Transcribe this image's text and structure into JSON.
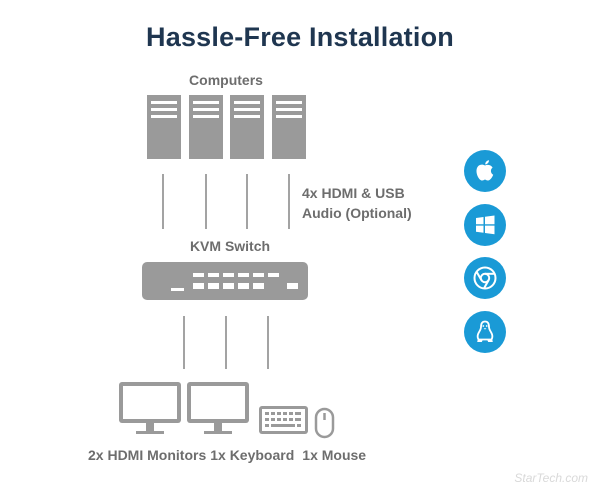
{
  "title": "Hassle-Free Installation",
  "labels": {
    "computers": "Computers",
    "cable_line1": "4x HDMI & USB",
    "cable_line2": "Audio (Optional)",
    "kvm_switch": "KVM Switch",
    "monitors": "2x HDMI Monitors",
    "keyboard": "1x Keyboard",
    "mouse": "1x Mouse"
  },
  "os_icons": [
    "apple-icon",
    "windows-icon",
    "chrome-icon",
    "linux-icon"
  ],
  "colors": {
    "title": "#1f3650",
    "device_gray": "#9a9a9a",
    "label_gray": "#6d6d6d",
    "os_badge": "#1a9ad6"
  },
  "watermark": "StarTech.com"
}
